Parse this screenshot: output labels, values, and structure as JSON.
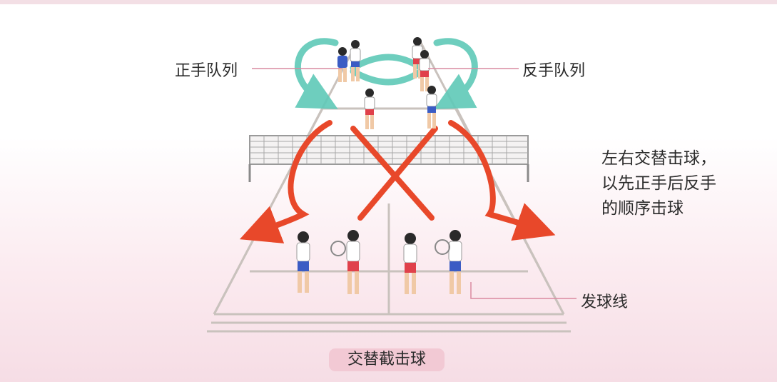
{
  "labels": {
    "forehand_queue": "正手队列",
    "backhand_queue": "反手队列",
    "serve_line": "发球线"
  },
  "note": {
    "line1": "左右交替击球，",
    "line2": "以先正手后反手",
    "line3": "的顺序击球"
  },
  "caption": "交替截击球",
  "colors": {
    "arrow": "#e8482a",
    "rotation_arrow": "#5fc9b8",
    "leader_line": "#d98aa0",
    "caption_bg": "#f2c9d4",
    "shirt_blue": "#3b5cc4",
    "shorts_red": "#e0414b"
  }
}
